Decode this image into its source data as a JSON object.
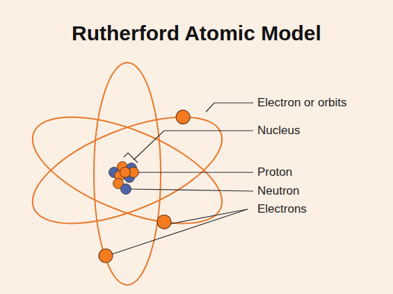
{
  "diagram": {
    "title": "Rutherford Atomic Model",
    "labels": [
      "Electron or orbits",
      "Nucleus",
      "Proton",
      "Neutron",
      "Electrons"
    ]
  }
}
